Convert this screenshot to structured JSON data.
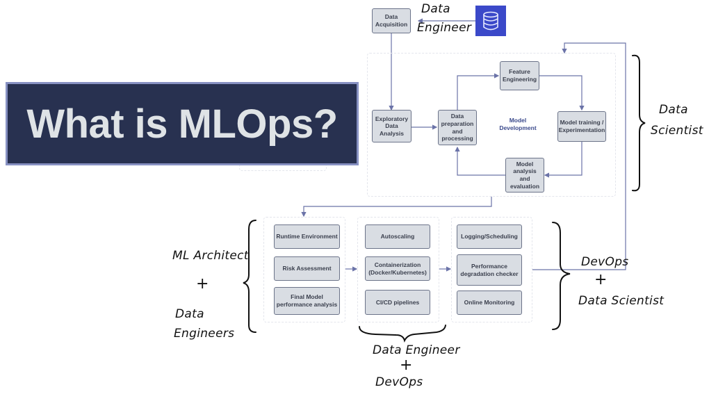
{
  "title": "What is MLOps?",
  "colors": {
    "title_bg": "#283150",
    "title_border": "#8791c2",
    "title_text": "#dfe3e6",
    "database": "#3b49c9",
    "connector": "#6b73a8",
    "box_fill": "#d9dde3"
  },
  "top": {
    "data_acquisition": "Data Acquisition",
    "database_icon": "database-icon",
    "role_label_line1": "Data",
    "role_label_line2": "Engineer"
  },
  "model_development": {
    "center_label_line1": "Model",
    "center_label_line2": "Development",
    "exploratory": "Exploratory Data Analysis",
    "data_prep": "Data preparation and processing",
    "feature_engineering": "Feature Engineering",
    "model_training": "Model training / Experimentation",
    "model_analysis": "Model analysis and evaluation",
    "role_line1": "Data",
    "role_line2": "Scientist"
  },
  "deployment": {
    "group1": [
      "Runtime Environment",
      "Risk Assessment",
      "Final Model performance analysis"
    ],
    "group2": [
      "Autoscaling",
      "Containerization (Docker/Kubernetes)",
      "CI/CD pipelines"
    ],
    "group3": [
      "Logging/Scheduling",
      "Performance degradation checker",
      "Online Monitoring"
    ],
    "role_left": {
      "line1": "ML Architect",
      "plus": "+",
      "line2": "Data",
      "line3": "Engineers"
    },
    "role_bottom": {
      "line1": "Data Engineer",
      "plus": "+",
      "line2": "DevOps"
    },
    "role_right": {
      "line1": "DevOps",
      "plus": "+",
      "line2": "Data Scientist"
    }
  }
}
